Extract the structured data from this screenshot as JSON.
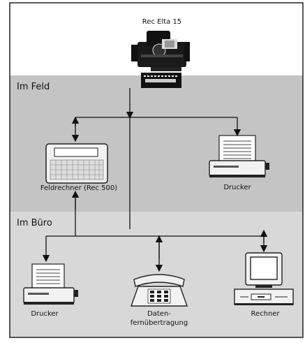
{
  "sections": {
    "field_label": "Im Feld",
    "office_label": "Im Büro"
  },
  "devices": {
    "instrument": "Rec Elta 15",
    "field_computer": "Feldrechner  (Rec 500)",
    "field_printer": "Drucker",
    "office_printer": "Drucker",
    "data_transfer_line1": "Daten-",
    "data_transfer_line2": "fernübertragung",
    "computer": "Rechner"
  },
  "colors": {
    "background_top": "#ffffff",
    "background_field": "#c4c4c4",
    "background_office": "#d8d8d8",
    "frame": "#222222",
    "lines": "#111111"
  }
}
